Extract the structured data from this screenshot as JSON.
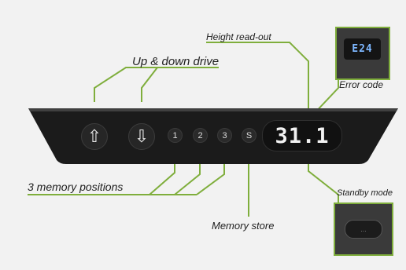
{
  "callouts": {
    "height_readout": "Height read-out",
    "up_down_drive": "Up & down drive",
    "error_code": "Error code",
    "memory_positions": "3 memory positions",
    "standby_mode": "Standby mode",
    "memory_store": "Memory store"
  },
  "panel": {
    "up_glyph": "⇧",
    "down_glyph": "⇩",
    "memory_buttons": [
      "1",
      "2",
      "3"
    ],
    "store_button": "S",
    "display_value": "31.1"
  },
  "error_inset": {
    "code": "E24"
  },
  "standby_inset": {
    "button_text": "..."
  },
  "colors": {
    "leader_line": "#7fae3c",
    "panel_body": "#1b1b1b",
    "error_digits": "#7db7ff"
  }
}
